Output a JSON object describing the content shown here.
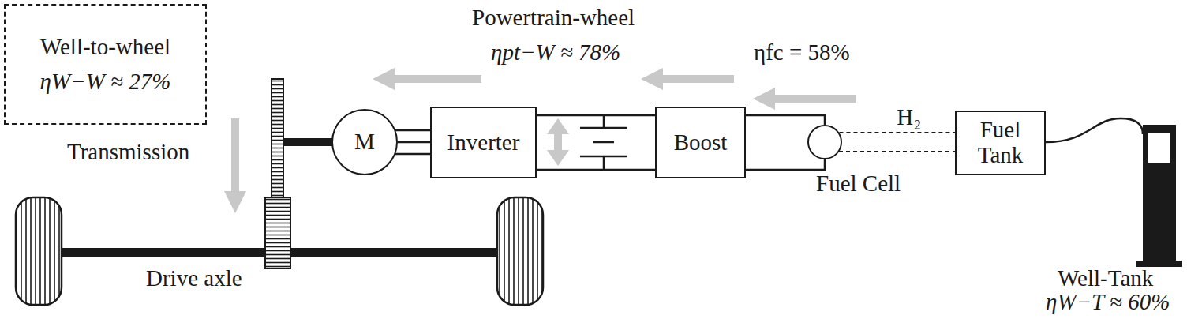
{
  "diagram": {
    "nodes": [
      {
        "text": [
          "Well-to-wheel",
          "ηW−W ≈ 27%"
        ]
      },
      {
        "text": [
          "M"
        ]
      },
      {
        "text": [
          "Inverter"
        ]
      },
      {
        "text": [
          "Boost"
        ]
      },
      {
        "text": [
          "Fuel Cell"
        ]
      },
      {
        "text": [
          "Fuel Tank"
        ]
      }
    ],
    "edges": [
      {
        "from": 1,
        "to": 2,
        "arrow": "none"
      },
      {
        "from": 2,
        "to": 3,
        "arrow": "none"
      },
      {
        "from": 3,
        "to": 4,
        "arrow": "none"
      },
      {
        "from": 4,
        "to": 5,
        "label": "H₂",
        "arrow": "none"
      }
    ],
    "labels": [
      "Powertrain-wheel",
      "ηpt−W ≈ 78%",
      "ηfc = 58%",
      "Transmission",
      "Drive axle",
      "Well-Tank",
      "ηW−T ≈ 60%"
    ]
  }
}
